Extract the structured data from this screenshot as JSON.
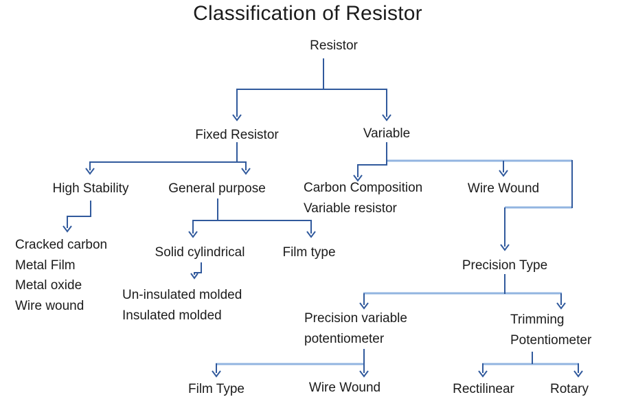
{
  "title": "Classification of Resistor",
  "diagram": {
    "root": {
      "label": "Resistor"
    },
    "level1": {
      "fixed_resistor": {
        "label": "Fixed Resistor"
      },
      "variable": {
        "label": "Variable"
      }
    },
    "fixed_branch": {
      "high_stability": {
        "label": "High Stability"
      },
      "general_purpose": {
        "label": "General purpose"
      },
      "high_stability_types": [
        "Cracked carbon",
        "Metal Film",
        "Metal oxide",
        "Wire wound"
      ],
      "solid_cylindrical": {
        "label": "Solid cylindrical"
      },
      "film_type": {
        "label": "Film type"
      },
      "molded_types": [
        "Un-insulated molded",
        "Insulated molded"
      ]
    },
    "variable_branch": {
      "carbon_composition": {
        "line1": "Carbon Composition",
        "line2": "Variable resistor"
      },
      "wire_wound": {
        "label": "Wire Wound"
      },
      "precision_type": {
        "label": "Precision Type"
      },
      "precision_variable_potentiometer": {
        "line1": "Precision variable",
        "line2": "potentiometer"
      },
      "trimming_potentiometer": {
        "line1": "Trimming",
        "line2": "Potentiometer"
      },
      "precision_film_type": {
        "label": "Film Type"
      },
      "precision_wire_wound": {
        "label": "Wire Wound"
      },
      "rectilinear": {
        "label": "Rectilinear"
      },
      "rotary": {
        "label": "Rotary"
      }
    }
  },
  "colors": {
    "connector_dark": "#30599c",
    "connector_light": "#92b4e0",
    "text": "#1b1b1b",
    "background": "#ffffff"
  }
}
